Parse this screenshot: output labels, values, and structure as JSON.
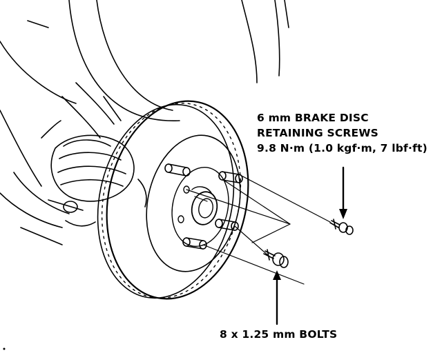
{
  "callouts": {
    "screws": {
      "line1": "6 mm BRAKE DISC",
      "line2": "RETAINING SCREWS",
      "line3": "9.8 N·m (1.0 kgf·m, 7 lbf·ft)"
    },
    "bolts": {
      "text": "8 x 1.25 mm BOLTS"
    }
  }
}
